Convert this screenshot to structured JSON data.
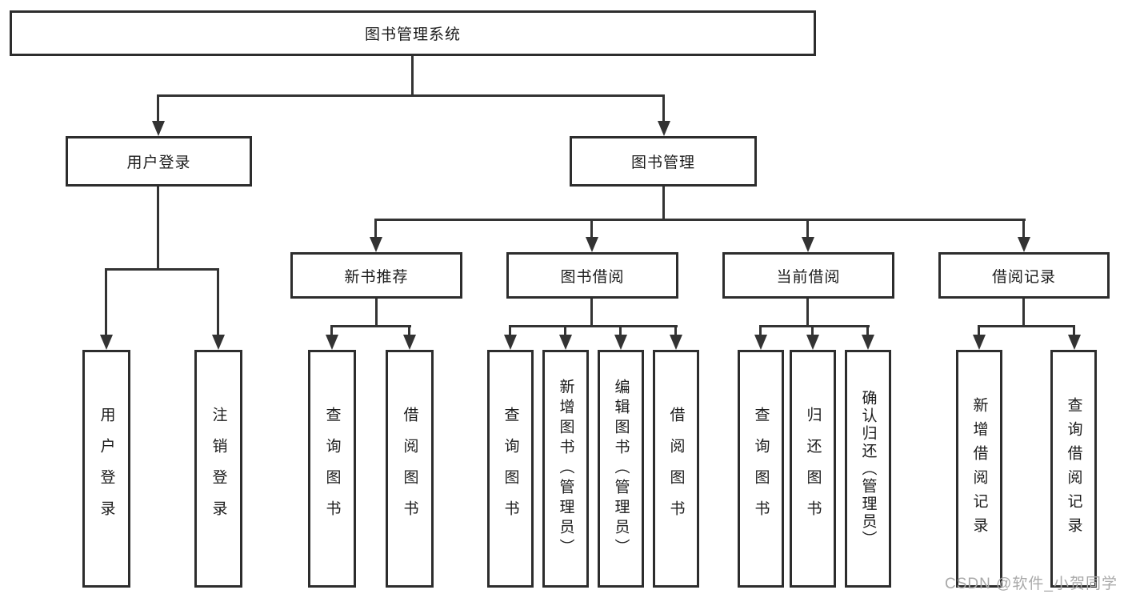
{
  "diagram": {
    "title": "图书管理系统",
    "root": "图书管理系统",
    "level2": {
      "user_login": {
        "label": "用户登录",
        "leaves": [
          "用户登录",
          "注销登录"
        ]
      },
      "book_management": {
        "label": "图书管理",
        "sections": [
          {
            "label": "新书推荐",
            "leaves": [
              "查询图书",
              "借阅图书"
            ]
          },
          {
            "label": "图书借阅",
            "leaves": [
              "查询图书",
              "新增图书（管理员）",
              "编辑图书（管理员）",
              "借阅图书"
            ]
          },
          {
            "label": "当前借阅",
            "leaves": [
              "查询图书",
              "归还图书",
              "确认归还（管理员）"
            ]
          },
          {
            "label": "借阅记录",
            "leaves": [
              "新增借阅记录",
              "查询借阅记录"
            ]
          }
        ]
      }
    },
    "colors": {
      "line": "#333333",
      "border": "#2d2d2d",
      "text": "#1c1c1c",
      "watermark": "#a9a9a9",
      "background": "#ffffff"
    }
  },
  "watermark": "CSDN @软件_小贺同学"
}
